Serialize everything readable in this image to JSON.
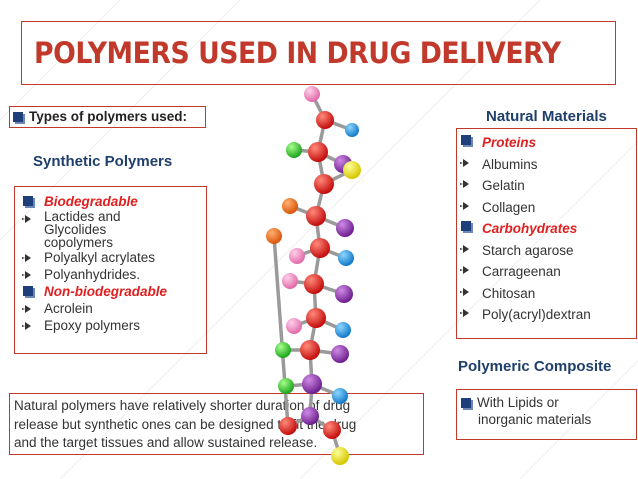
{
  "slide": {
    "title": "POLYMERS USED IN DRUG DELIVERY",
    "types_label": "Types of polymers used:",
    "synthetic": {
      "heading": "Synthetic Polymers",
      "items": [
        {
          "bullet": "square",
          "text": "Biodegradable",
          "style": "red"
        },
        {
          "bullet": "arrow",
          "lines": [
            "Lactides and",
            "Glycolides",
            "copolymers"
          ]
        },
        {
          "bullet": "arrow",
          "text": "Polyalkyl acrylates"
        },
        {
          "bullet": "arrow",
          "text": "Polyanhydrides."
        },
        {
          "bullet": "square",
          "text": "Non-biodegradable",
          "style": "red"
        },
        {
          "bullet": "arrow",
          "text": "Acrolein"
        },
        {
          "bullet": "arrow",
          "text": "Epoxy polymers"
        }
      ]
    },
    "natural": {
      "heading": "Natural Materials",
      "items": [
        {
          "bullet": "square",
          "text": "Proteins",
          "style": "red"
        },
        {
          "bullet": "arrow",
          "text": "Albumins"
        },
        {
          "bullet": "arrow",
          "text": "Gelatin"
        },
        {
          "bullet": "arrow",
          "text": "Collagen"
        },
        {
          "bullet": "square",
          "text": "Carbohydrates",
          "style": "red"
        },
        {
          "bullet": "arrow",
          "text": "Starch agarose"
        },
        {
          "bullet": "arrow",
          "text": "Carrageenan"
        },
        {
          "bullet": "arrow",
          "text": "Chitosan"
        },
        {
          "bullet": "arrow",
          "text": "Poly(acryl)dextran"
        }
      ]
    },
    "composite": {
      "heading": "Polymeric Composite",
      "line1": "With Lipids or",
      "line2": "inorganic materials"
    },
    "note": {
      "line1": "Natural polymers have relatively shorter duration of drug",
      "line2": "release but synthetic ones can be designed to fit the drug",
      "line3": "and the target tissues and allow sustained release."
    },
    "colors": {
      "accent_red": "#c0392b",
      "highlight_red": "#e02020",
      "heading_blue": "#1f3f6b",
      "bullet_blue": "#1f3f7a"
    },
    "image": "molecular-model-illustration"
  }
}
